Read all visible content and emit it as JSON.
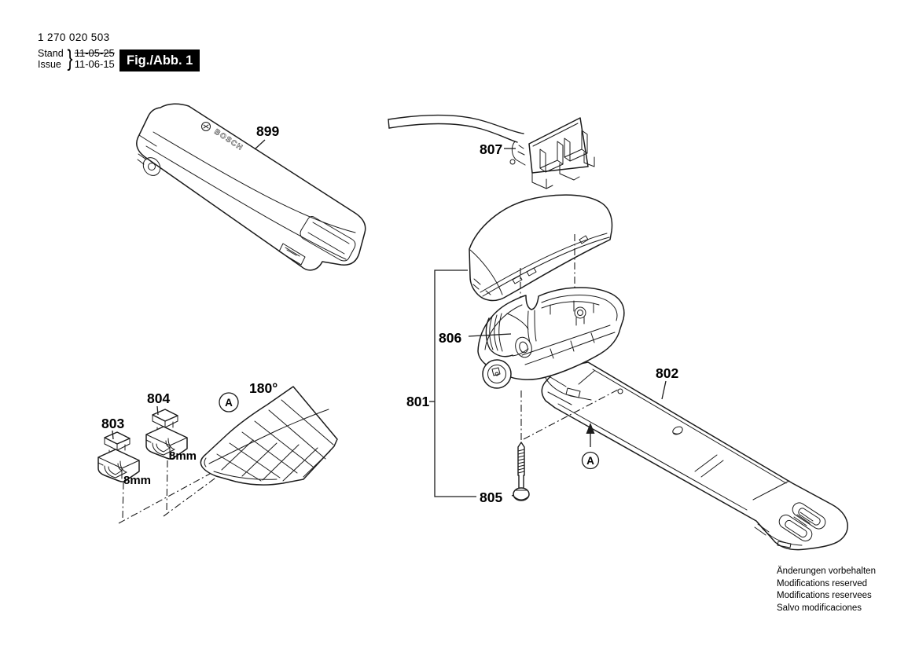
{
  "header": {
    "document_number": "1 270 020 503",
    "revision": {
      "stand_label": "Stand",
      "issue_label": "Issue",
      "brace": "}",
      "previous_date": "11-05-25",
      "current_date": "11-06-15"
    },
    "figure_badge": "Fig./Abb. 1"
  },
  "diagram": {
    "brand": "BOSCH",
    "callouts": {
      "battery_pack": "899",
      "cable_assembly": "807",
      "holder_assembly": "801",
      "mounting_rail": "802",
      "clip_small": "803",
      "clip_large": "804",
      "screw": "805",
      "sleeve": "806"
    },
    "annotations": {
      "rotation_note": "180°",
      "clip_small_size": "8mm",
      "clip_large_size": "8mm",
      "view_marker": "A",
      "direction_marker": "A"
    }
  },
  "footer": {
    "notice_lines": [
      "Änderungen vorbehalten",
      "Modifications reserved",
      "Modifications reservees",
      "Salvo modificaciones"
    ]
  }
}
